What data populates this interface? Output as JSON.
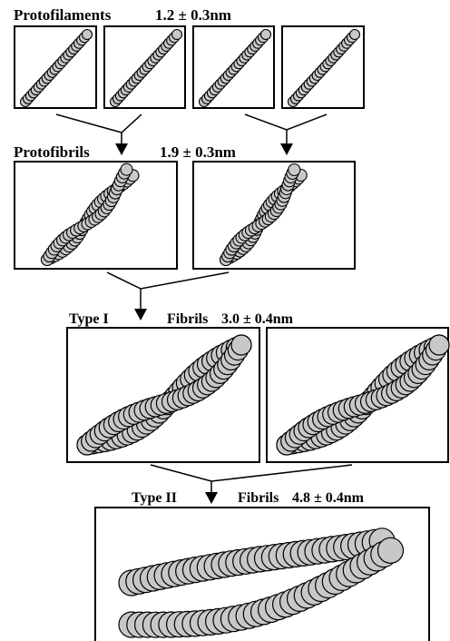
{
  "stages": [
    {
      "name": "Protofilaments",
      "size": "1.2 ± 0.3nm"
    },
    {
      "name": "Protofibrils",
      "size": "1.9 ± 0.3nm"
    },
    {
      "type": "Type I",
      "name": "Fibrils",
      "size": "3.0 ± 0.4nm"
    },
    {
      "type": "Type II",
      "name": "Fibrils",
      "size": "4.8 ± 0.4nm"
    }
  ],
  "colors": {
    "subunit_fill": "#c8c8c8",
    "outline": "#000000",
    "background": "#ffffff"
  }
}
